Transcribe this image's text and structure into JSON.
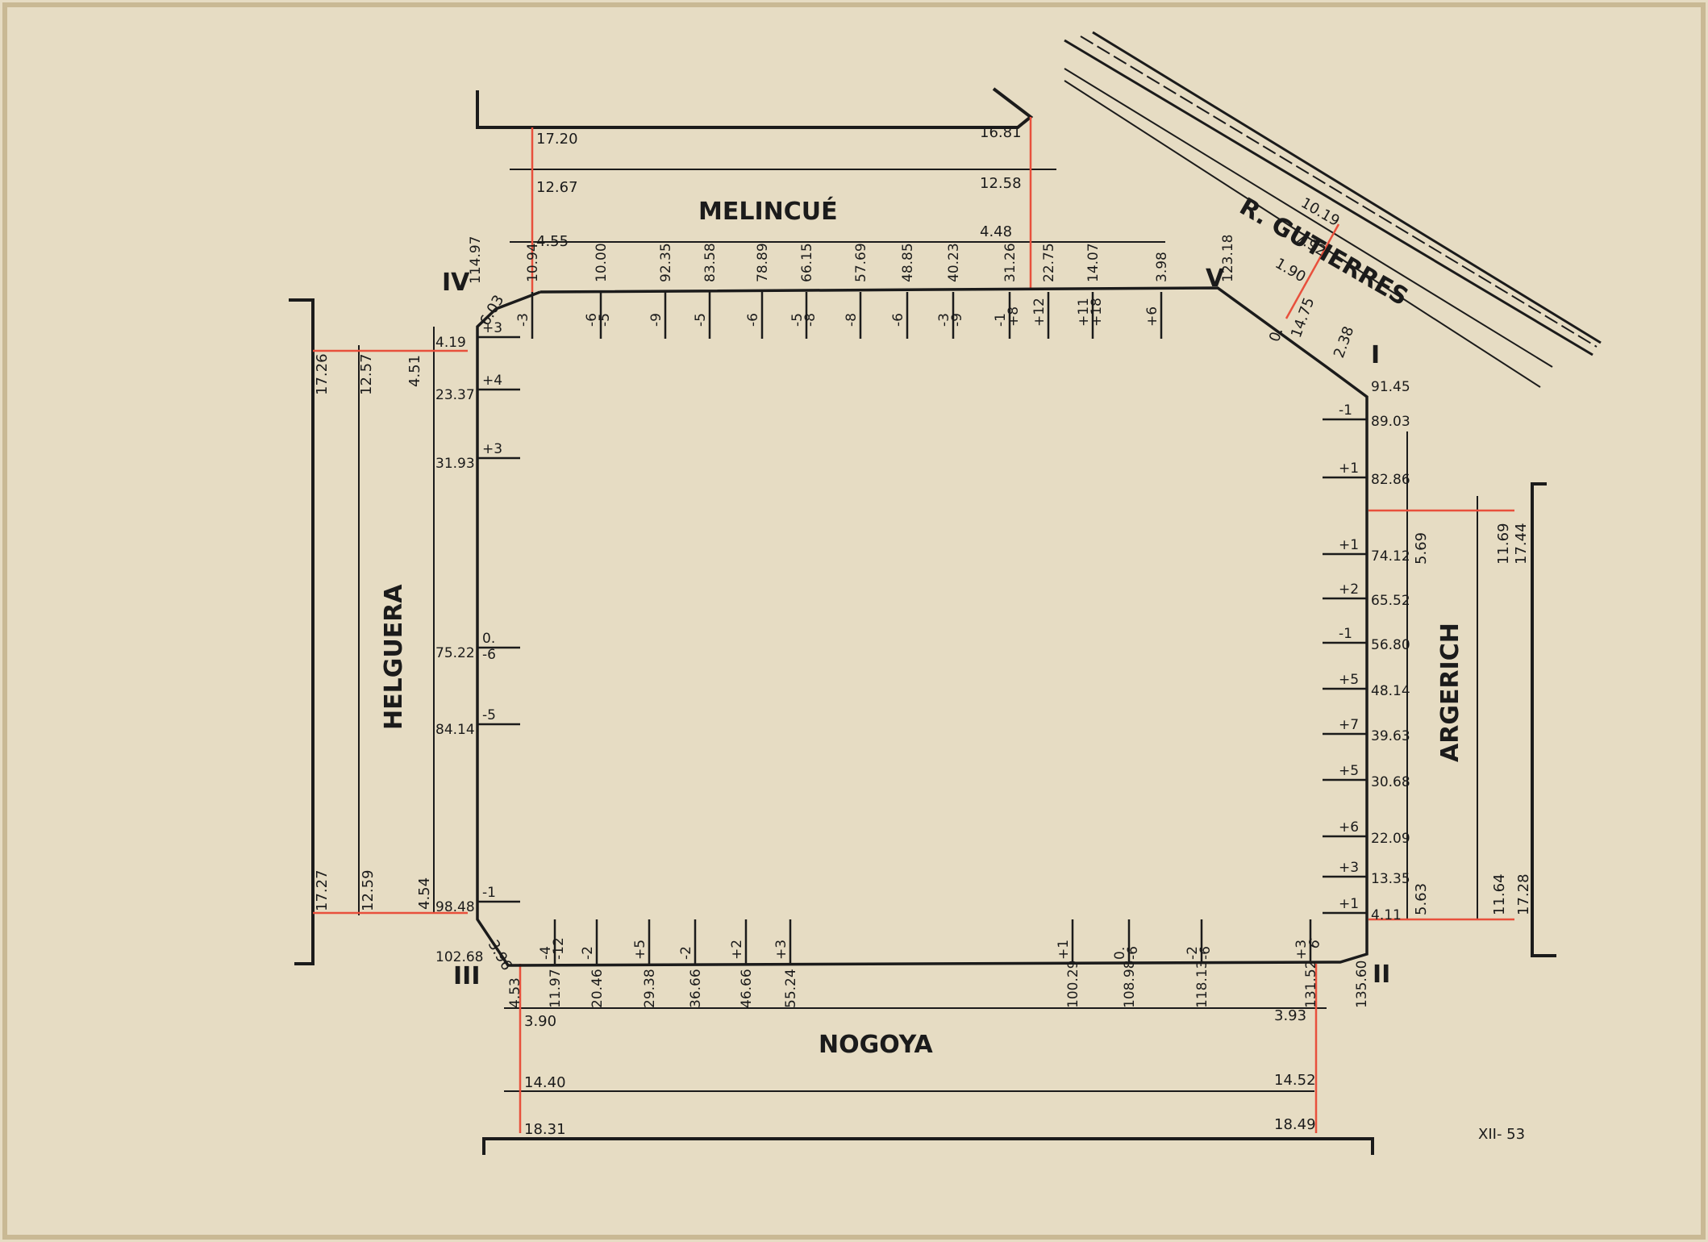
{
  "colors": {
    "paper": "#e6dcc3",
    "ink": "#1b1b1b",
    "red": "#e8503c"
  },
  "streets": {
    "north": "MELINCUÉ",
    "south": "NOGOYA",
    "west": "HELGUERA",
    "east": "ARGERICH",
    "northeast": "R. GUTIERRES"
  },
  "corners": {
    "I": "I",
    "II": "II",
    "III": "III",
    "IV": "IV",
    "V": "V"
  },
  "footer": "XII- 53",
  "north_widths": {
    "a": [
      "17.20",
      "12.67",
      "4.55"
    ],
    "b": [
      "16.81",
      "12.58",
      "4.48"
    ]
  },
  "south_widths": {
    "a": [
      "3.90",
      "14.40",
      "18.31"
    ],
    "b": [
      "3.93",
      "14.52",
      "18.49"
    ]
  },
  "west_widths": {
    "top": [
      "17.26",
      "12.57",
      "4.51"
    ],
    "bottom": [
      "17.27",
      "12.59",
      "4.54"
    ]
  },
  "east_widths": {
    "top": [
      "5.69",
      "11.69",
      "17.44"
    ],
    "bottom": [
      "5.63",
      "11.64",
      "17.28"
    ]
  },
  "ne_widths": [
    "10.19",
    "7.92",
    "1.90"
  ],
  "north_stations": [
    {
      "dist": "10.94",
      "v": [
        "-3"
      ]
    },
    {
      "dist": "10.00",
      "v": [
        "-6",
        "-5"
      ]
    },
    {
      "dist": "92.35",
      "v": [
        "-9"
      ]
    },
    {
      "dist": "83.58",
      "v": [
        "-5"
      ]
    },
    {
      "dist": "78.89",
      "v": [
        "-6"
      ]
    },
    {
      "dist": "66.15",
      "v": [
        "-5",
        "-8"
      ]
    },
    {
      "dist": "57.69",
      "v": [
        "-8"
      ]
    },
    {
      "dist": "48.85",
      "v": [
        "-6"
      ]
    },
    {
      "dist": "40.23",
      "v": [
        "-3",
        "-9"
      ]
    },
    {
      "dist": "31.26",
      "v": [
        "-1",
        "+8"
      ]
    },
    {
      "dist": "22.75",
      "v": [
        "+12"
      ]
    },
    {
      "dist": "14.07",
      "v": [
        "+11",
        "+18"
      ]
    },
    {
      "dist": "3.98",
      "v": [
        "+6"
      ]
    },
    {
      "dist": "123.18",
      "v": []
    }
  ],
  "south_stations": [
    {
      "dist": "4.53",
      "v": []
    },
    {
      "dist": "11.97",
      "v": [
        "-4",
        "-12"
      ]
    },
    {
      "dist": "20.46",
      "v": [
        "-2"
      ]
    },
    {
      "dist": "29.38",
      "v": [
        "+5"
      ]
    },
    {
      "dist": "36.66",
      "v": [
        "-2"
      ]
    },
    {
      "dist": "46.66",
      "v": [
        "+2"
      ]
    },
    {
      "dist": "55.24",
      "v": [
        "+3"
      ]
    },
    {
      "dist": "100.29",
      "v": [
        "+1"
      ]
    },
    {
      "dist": "108.98",
      "v": [
        "0.",
        "-6"
      ]
    },
    {
      "dist": "118.13",
      "v": [
        "-2",
        "-6"
      ]
    },
    {
      "dist": "131.52",
      "v": [
        "+3"
      ]
    },
    {
      "dist": "135.60",
      "v": []
    }
  ],
  "west_stations": [
    {
      "dist": "114.97",
      "v": []
    },
    {
      "dist": "4.19",
      "v": [
        "+3"
      ]
    },
    {
      "dist": "23.37",
      "v": [
        "+4"
      ]
    },
    {
      "dist": "31.93",
      "v": [
        "+3"
      ]
    },
    {
      "dist": "75.22",
      "v": [
        "0.",
        "-6"
      ]
    },
    {
      "dist": "84.14",
      "v": [
        "-5"
      ]
    },
    {
      "dist": "98.48",
      "v": [
        "-1"
      ]
    },
    {
      "dist": "102.68",
      "v": []
    }
  ],
  "east_stations": [
    {
      "dist": "91.45",
      "v": []
    },
    {
      "dist": "89.03",
      "v": [
        "-1"
      ]
    },
    {
      "dist": "82.86",
      "v": [
        "+1"
      ]
    },
    {
      "dist": "74.12",
      "v": [
        "+1"
      ]
    },
    {
      "dist": "65.52",
      "v": [
        "+2"
      ]
    },
    {
      "dist": "56.80",
      "v": [
        "-1"
      ]
    },
    {
      "dist": "48.14",
      "v": [
        "+5"
      ]
    },
    {
      "dist": "39.63",
      "v": [
        "+7"
      ]
    },
    {
      "dist": "30.68",
      "v": [
        "+5"
      ]
    },
    {
      "dist": "22.09",
      "v": [
        "+6"
      ]
    },
    {
      "dist": "13.35",
      "v": [
        "+3"
      ]
    },
    {
      "dist": "4.11",
      "v": [
        "+1"
      ]
    }
  ],
  "chamfers": {
    "nw": "6.03",
    "sw": "3.96",
    "ne": "14.75",
    "ne2": "2.38",
    "se": "6",
    "ne_zero": "0."
  }
}
